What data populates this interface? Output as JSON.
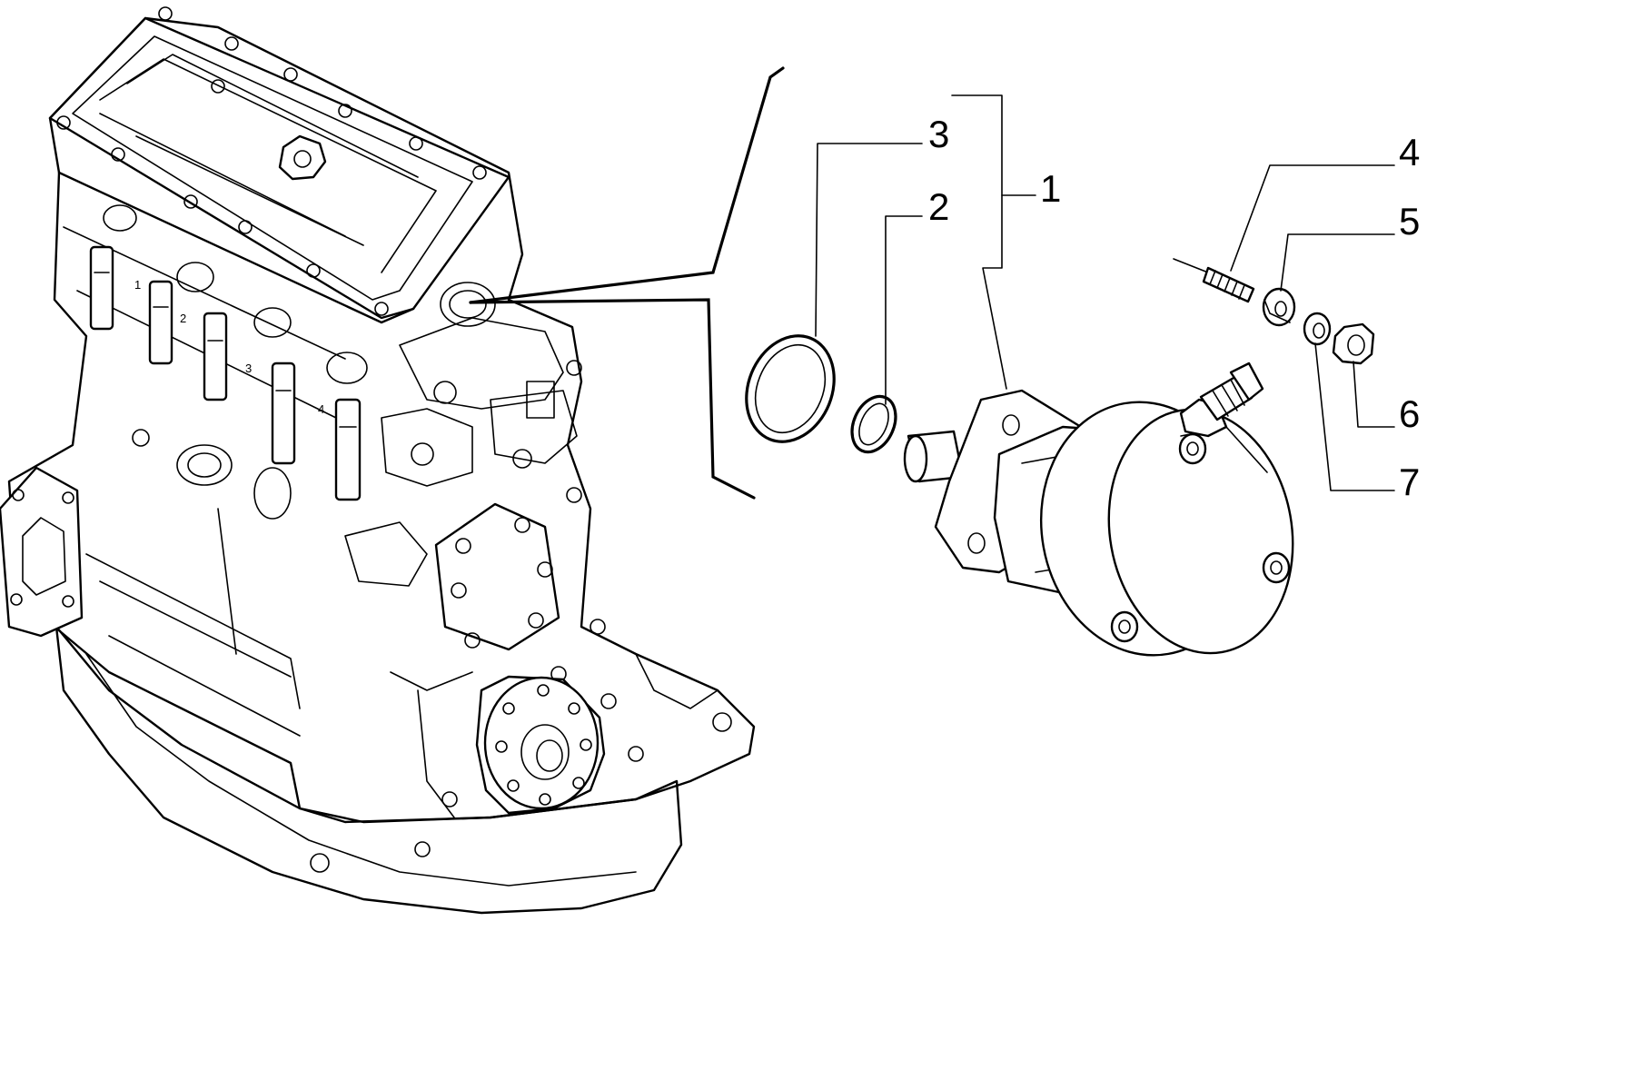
{
  "callouts": [
    {
      "id": "1",
      "label": "1"
    },
    {
      "id": "2",
      "label": "2"
    },
    {
      "id": "3",
      "label": "3"
    },
    {
      "id": "4",
      "label": "4"
    },
    {
      "id": "5",
      "label": "5"
    },
    {
      "id": "6",
      "label": "6"
    },
    {
      "id": "7",
      "label": "7"
    }
  ],
  "engine_markings": {
    "cyl_1": "1",
    "cyl_2": "2",
    "cyl_3": "3",
    "cyl_4": "4"
  }
}
